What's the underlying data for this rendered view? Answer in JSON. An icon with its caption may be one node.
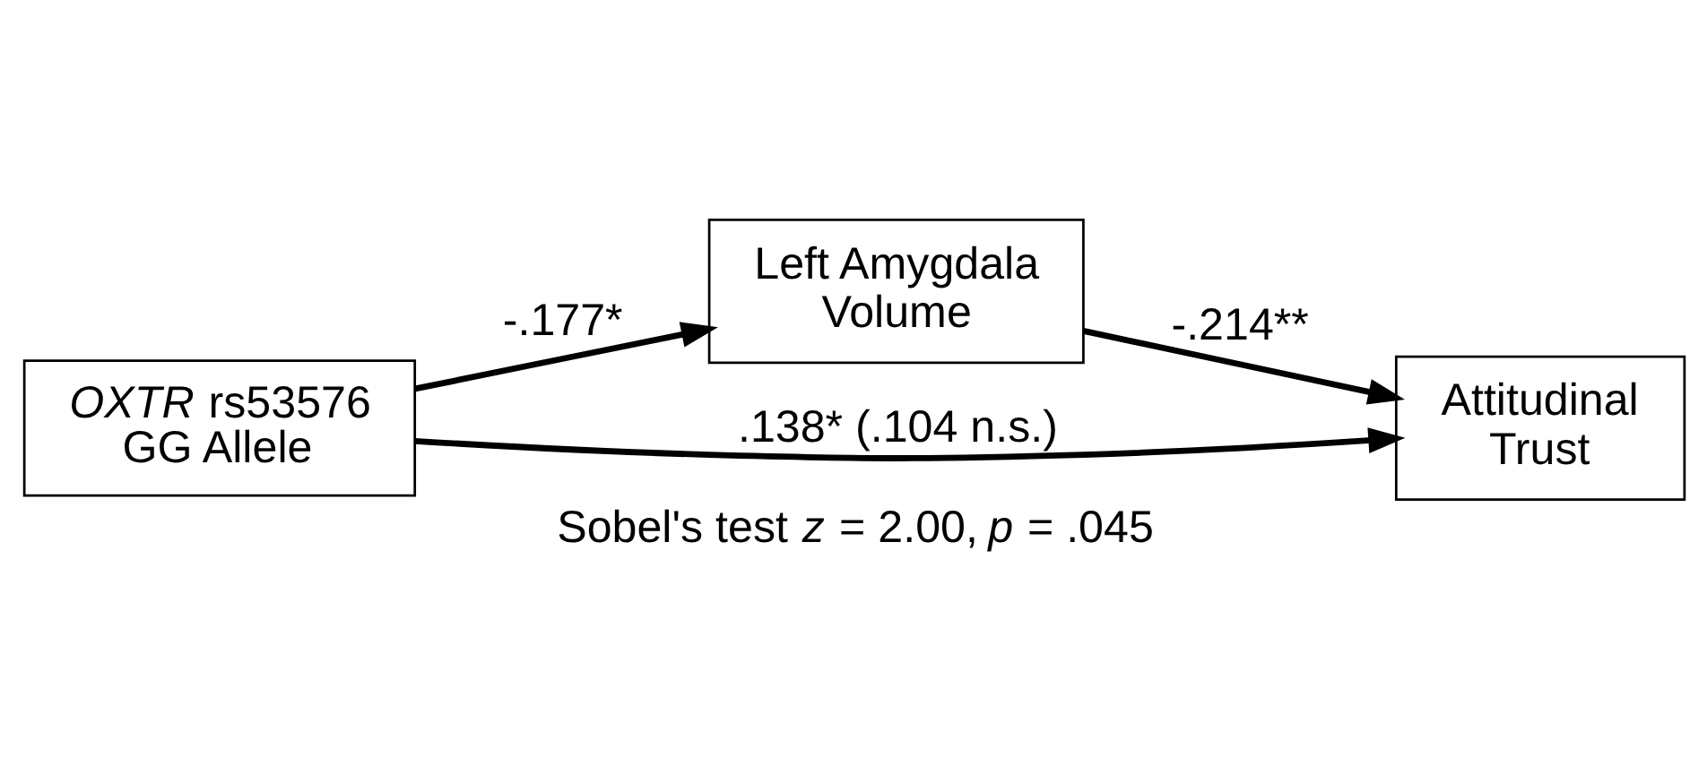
{
  "diagram": {
    "caption": "Sobel's test *z* = 2.00, *p* = .045",
    "nodes": [
      {
        "text": [
          "*OXTR* rs53576 GG Allele"
        ]
      },
      {
        "text": [
          "Left Amygdala Volume"
        ]
      },
      {
        "text": [
          "Attitudinal Trust"
        ]
      }
    ],
    "edges": [
      {
        "from": 0,
        "to": 1,
        "arrow": "to",
        "label": "-.177*"
      },
      {
        "from": 1,
        "to": 2,
        "arrow": "to",
        "label": "-.214**"
      },
      {
        "from": 0,
        "to": 2,
        "arrow": "to",
        "label": ".138* (.104 n.s.)"
      }
    ]
  }
}
